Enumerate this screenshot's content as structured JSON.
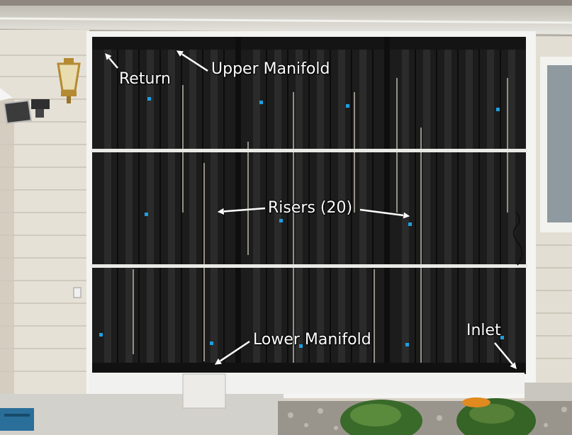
{
  "labels": {
    "return": "Return",
    "upper_manifold": "Upper Manifold",
    "risers": "Risers (20)",
    "lower_manifold": "Lower Manifold",
    "inlet": "Inlet"
  },
  "colors": {
    "siding": "#e6e1d6",
    "collector_panel": "#1c1c1c",
    "frame_white": "#f4f4f2",
    "soffit": "#dcdcd6",
    "label_text": "#ffffff",
    "shrub_green": "#3a6a2a"
  }
}
